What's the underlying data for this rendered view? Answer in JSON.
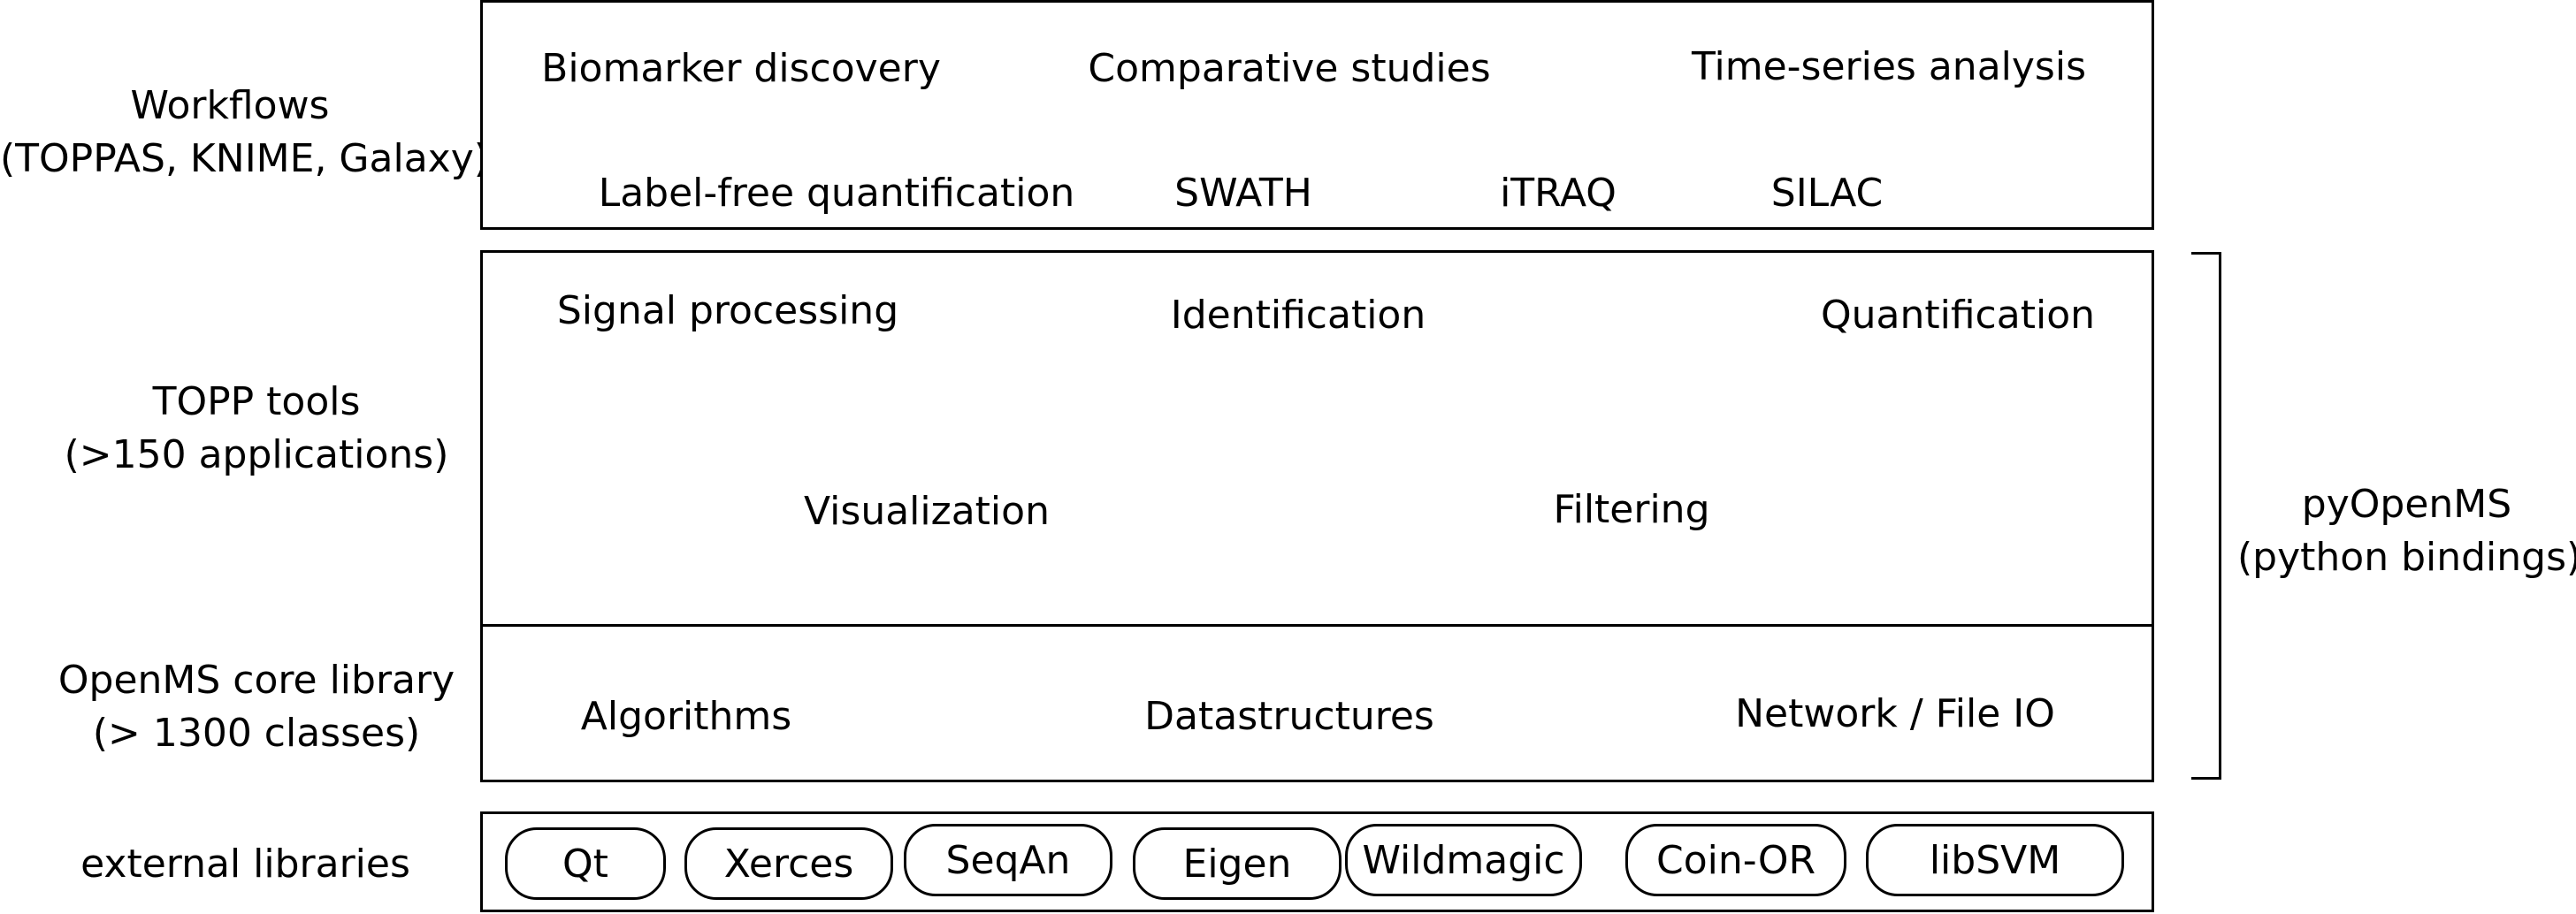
{
  "layers": {
    "workflows": {
      "label_lines": [
        "Workflows",
        "(TOPPAS, KNIME, Galaxy)"
      ],
      "items": [
        "Biomarker discovery",
        "Comparative studies",
        "Time-series analysis",
        "Label-free quantification",
        "SWATH",
        "iTRAQ",
        "SILAC"
      ]
    },
    "topp_tools": {
      "label_lines": [
        "TOPP tools",
        "(>150 applications)"
      ],
      "items": [
        "Signal processing",
        "Identification",
        "Quantification",
        "Visualization",
        "Filtering"
      ]
    },
    "core_library": {
      "label_lines": [
        "OpenMS core library",
        "(> 1300 classes)"
      ],
      "items": [
        "Algorithms",
        "Datastructures",
        "Network / File IO"
      ]
    },
    "external_libraries": {
      "label": "external libraries",
      "items": [
        "Qt",
        "Xerces",
        "SeqAn",
        "Eigen",
        "Wildmagic",
        "Coin-OR",
        "libSVM"
      ]
    }
  },
  "bindings": {
    "label_lines": [
      "pyOpenMS",
      "(python bindings)"
    ]
  }
}
